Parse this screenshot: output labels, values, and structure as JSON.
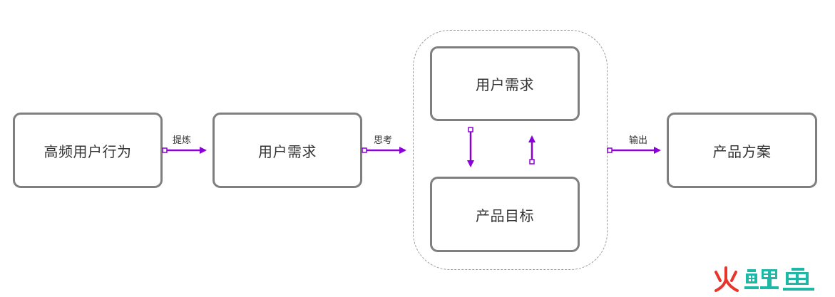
{
  "nodes": {
    "behavior": "高频用户行为",
    "needs": "用户需求",
    "needs_inner": "用户需求",
    "goal": "产品目标",
    "solution": "产品方案"
  },
  "edges": {
    "refine": "提炼",
    "think": "思考",
    "output": "输出"
  },
  "colors": {
    "node_border": "#7f7f7f",
    "arrow": "#8b00d8",
    "group_border": "#9a9a9a",
    "watermark_red": "#e8352b",
    "watermark_teal": "#1fb7a6"
  },
  "watermark": {
    "name": "sanfish-logo",
    "text": "火鲤鱼"
  }
}
